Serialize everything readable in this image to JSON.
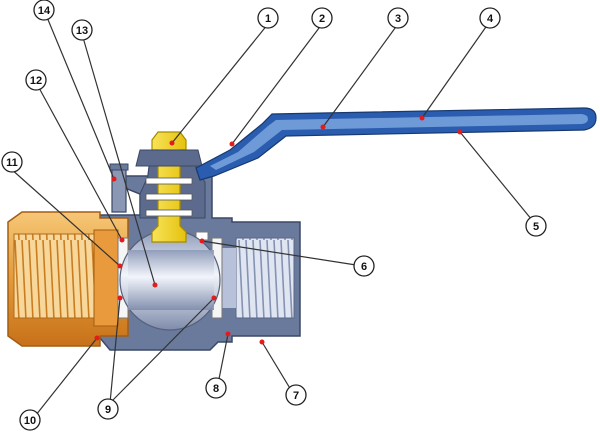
{
  "callouts": [
    "1",
    "2",
    "3",
    "4",
    "5",
    "6",
    "7",
    "8",
    "9",
    "10",
    "11",
    "12",
    "13",
    "14"
  ],
  "colors": {
    "body_blue": "#6a7a9c",
    "body_blue_dark": "#4b5a7c",
    "thread_blue": "#cfd7e8",
    "brass": "#e08a24",
    "brass_light": "#f4c36a",
    "stem_yellow": "#f2d51b",
    "handle_blue": "#2a5db0",
    "handle_cover": "#6f9ad8",
    "ball_silver": "#c8d3e6",
    "marker_red": "#e31b1b"
  },
  "icons": [
    "callout-marker",
    "leader-line"
  ]
}
